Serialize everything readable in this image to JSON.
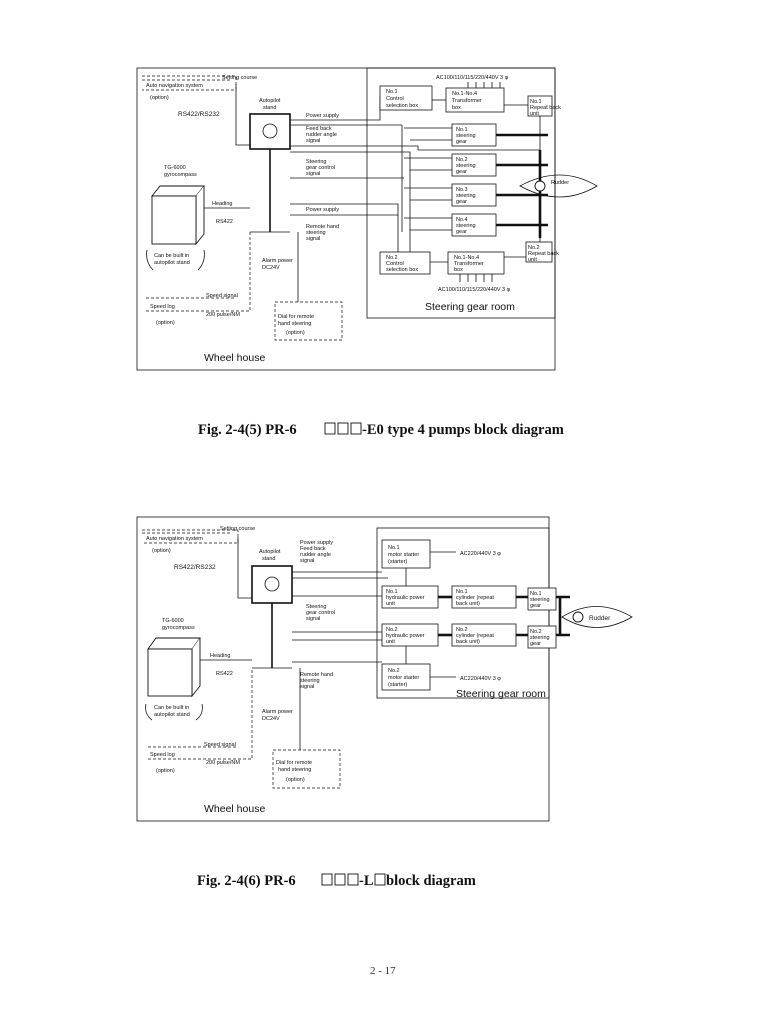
{
  "fig1": {
    "caption_pre": "Fig. 2-4(5)  PR-6",
    "caption_post": "-E0 type 4 pumps block diagram",
    "wheel_house": "Wheel house",
    "steering_room": "Steering gear room",
    "setting_course": "Setting course",
    "auto_nav": "Auto navigation system",
    "option": "(option)",
    "rs422_232": "RS422/RS232",
    "autopilot_stand": [
      "Autopilot",
      "stand"
    ],
    "power_supply": "Power supply",
    "feedback": [
      "Feed back",
      "rudder angle",
      "signal"
    ],
    "steering_ctrl": [
      "Steering",
      "gear control",
      "signal"
    ],
    "power_supply2": "Power supply",
    "remote_hand": [
      "Remote hand",
      "steering",
      "signal"
    ],
    "tg6000": [
      "TG-6000",
      "gyrocompass"
    ],
    "heading": "Heading",
    "rs422": "RS422",
    "built_in": [
      "Can be built in",
      "autopilot stand"
    ],
    "alarm_power": [
      "Alarm power",
      "DC24V"
    ],
    "speed_signal": "Speed signal",
    "speed_log": "Speed log",
    "pulse": "200 pulse/NM",
    "dial": [
      "Dial for remote",
      "hand steering",
      "(option)"
    ],
    "ac_top": "AC100/110/115/220/440V   3 φ",
    "ac_bottom": "AC100/110/115/220/440V   3 φ",
    "ctrl_box1": [
      "No.1",
      "Control",
      "selection box"
    ],
    "trans1": [
      "No.1-No.4",
      "Transformer",
      "box"
    ],
    "repeat1": [
      "No.1",
      "Repeat back",
      "unit"
    ],
    "gears": [
      [
        "No.1",
        "steering",
        "gear"
      ],
      [
        "No.2",
        "steering",
        "gear"
      ],
      [
        "No.3",
        "steering",
        "gear"
      ],
      [
        "No.4",
        "steering",
        "gear"
      ]
    ],
    "rudder": "Rudder",
    "repeat2": [
      "No.2",
      "Repeat back",
      "unit"
    ],
    "ctrl_box2": [
      "No.2",
      "Control",
      "selection box"
    ],
    "trans2": [
      "No.1-No.4",
      "Transformer",
      "box"
    ]
  },
  "fig2": {
    "caption_pre": "Fig. 2-4(6)  PR-6",
    "caption_mid": "-L",
    "caption_post": " block diagram",
    "wheel_house": "Wheel house",
    "steering_room": "Steering gear room",
    "setting_course": "Setting course",
    "auto_nav": "Auto navigation system",
    "option": "(option)",
    "rs422_232": "RS422/RS232",
    "autopilot_stand": [
      "Autopilot",
      "stand"
    ],
    "power_feedback": [
      "Power supply",
      "Feed back",
      "rudder angle",
      "signal"
    ],
    "steering_ctrl": [
      "Steering",
      "gear control",
      "signal"
    ],
    "remote_hand": [
      "Remote hand",
      "steering",
      "signal"
    ],
    "tg6000": [
      "TG-6000",
      "gyrocompass"
    ],
    "heading": "Heading",
    "rs422": "RS422",
    "built_in": [
      "Can be built in",
      "autopilot stand"
    ],
    "alarm_power": [
      "Alarm power",
      "DC24V"
    ],
    "speed_signal": "Speed signal",
    "speed_log": "Speed log",
    "pulse": "200 pulse/NM",
    "dial": [
      "Dial for remote",
      "hand steering",
      "(option)"
    ],
    "motor1": [
      "No.1",
      "motor starter",
      "(starter)"
    ],
    "motor2": [
      "No.2",
      "motor starter",
      "(starter)"
    ],
    "ac1": "AC220/440V   3 φ",
    "ac2": "AC220/440V   3 φ",
    "hpu1": [
      "No.1",
      "hydraulic power",
      "unit"
    ],
    "hpu2": [
      "No.2",
      "hydraulic power",
      "unit"
    ],
    "cyl1": [
      "No.1",
      "cylinder (repeat",
      "back unit)"
    ],
    "cyl2": [
      "No.2",
      "cylinder (repeat",
      "back unit)"
    ],
    "sg1": [
      "No.1",
      "steering",
      "gear"
    ],
    "sg2": [
      "No.2",
      "steering",
      "gear"
    ],
    "rudder": "Rudder"
  },
  "page_number": "2 - 17"
}
